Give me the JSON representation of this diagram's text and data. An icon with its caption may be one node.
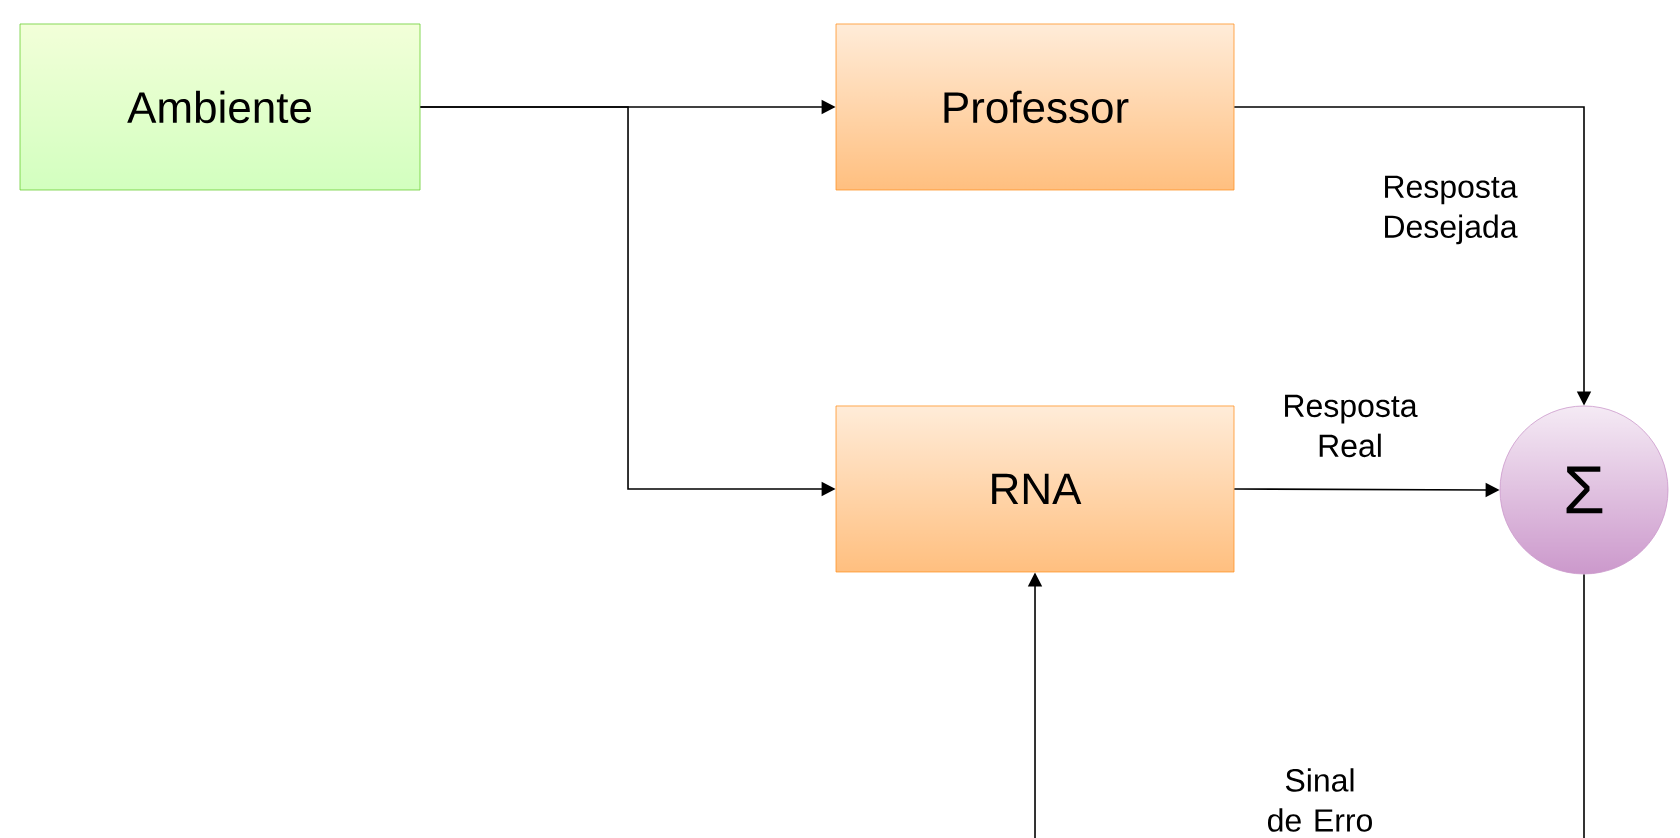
{
  "diagram": {
    "nodes": [
      {
        "text": [
          "Ambiente"
        ]
      },
      {
        "text": [
          "Professor"
        ]
      },
      {
        "text": [
          "RNA"
        ]
      },
      {
        "text": [
          "Σ"
        ]
      }
    ],
    "edges": [
      {
        "from": 0,
        "to": 1,
        "arrow": "to"
      },
      {
        "from": 0,
        "to": 2,
        "arrow": "to"
      },
      {
        "from": 1,
        "to": 3,
        "arrow": "to",
        "label": "Resposta Desejada"
      },
      {
        "from": 2,
        "to": 3,
        "arrow": "to",
        "label": "Resposta Real"
      },
      {
        "from": 3,
        "to": 2,
        "arrow": "to",
        "label": "Sinal de Erro"
      }
    ]
  }
}
